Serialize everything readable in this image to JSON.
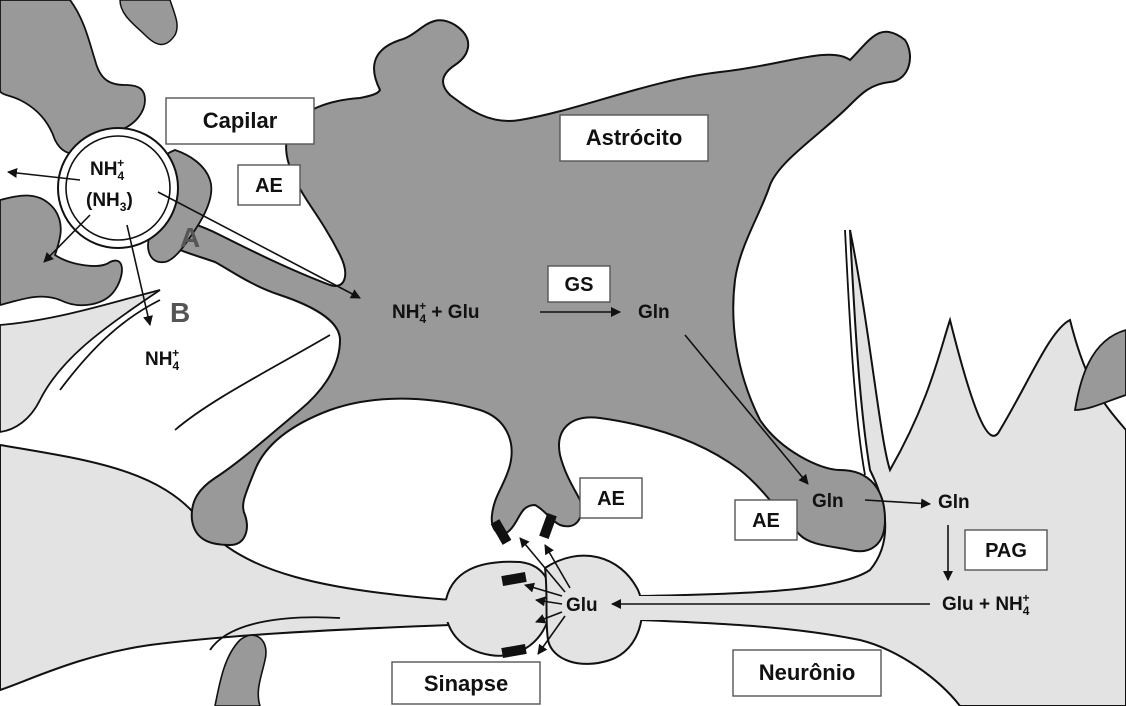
{
  "labels": {
    "capilar": "Capilar",
    "astrocito": "Astrócito",
    "ae_top": "AE",
    "ae_mid": "AE",
    "ae_right": "AE",
    "sinapse": "Sinapse",
    "neuronio": "Neurônio",
    "gs": "GS",
    "pag": "PAG",
    "letter_a": "A",
    "letter_b": "B"
  },
  "chem": {
    "capillary_nh": "NH",
    "capillary_nh_sub": "4",
    "capillary_nh_sup": "+",
    "capillary_nh3_open": "(NH",
    "capillary_nh3_sub": "3",
    "capillary_nh3_close": ")",
    "free_nh": "NH",
    "free_nh_sub": "4",
    "free_nh_sup": "+",
    "reaction_nh": "NH",
    "reaction_nh_sub": "4",
    "reaction_nh_sup": "+",
    "reaction_plus_glu": " + Glu",
    "reaction_gln": "Gln",
    "astro_end_gln": "Gln",
    "neuron_gln": "Gln",
    "neuron_glu_nh": "Glu + NH",
    "neuron_glu_nh_sub": "4",
    "neuron_glu_nh_sup": "+",
    "synapse_glu": "Glu"
  },
  "colors": {
    "astrocyte_fill": "#999999",
    "neuron_fill": "#e3e3e3",
    "outline": "#111111"
  }
}
